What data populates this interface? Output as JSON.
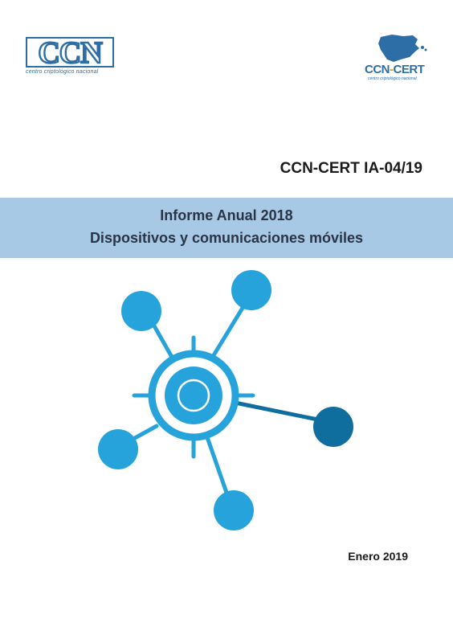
{
  "header": {
    "ccn_logo": {
      "text": "CCN",
      "subtitle": "centro criptológico nacional"
    },
    "ccn_cert_logo": {
      "word_left": "CCN",
      "dash": "-",
      "word_right": "CERT",
      "subtitle": "centro criptológico nacional"
    }
  },
  "document": {
    "code": "CCN-CERT IA-04/19",
    "title_line1": "Informe Anual 2018",
    "title_line2": "Dispositivos y comunicaciones móviles",
    "date": "Enero 2019"
  },
  "colors": {
    "brand_blue": "#2e6ea6",
    "band": "#a7c9e6",
    "node_light": "#27a3dc",
    "node_dark": "#0f6e9e",
    "accent_orange": "#f39200"
  },
  "icons": {
    "network": "network-hub-icon",
    "map": "spain-map-icon"
  }
}
